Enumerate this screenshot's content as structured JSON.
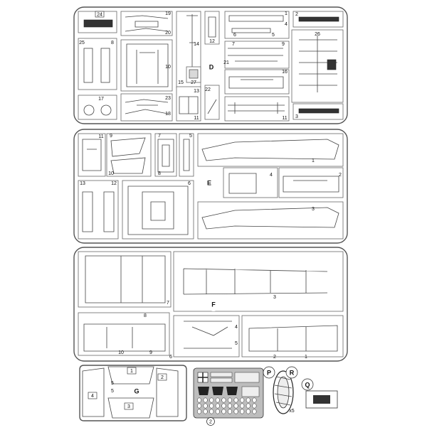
{
  "sheet": {
    "page_number": "2"
  },
  "sprues": {
    "D": {
      "letter": "D",
      "numbers": [
        "24",
        "19",
        "20",
        "14",
        "12",
        "1",
        "4",
        "6",
        "5",
        "2",
        "26",
        "25",
        "8",
        "7",
        "9",
        "21",
        "10",
        "16",
        "15",
        "27",
        "17",
        "13",
        "22",
        "23",
        "18",
        "11",
        "3"
      ]
    },
    "E": {
      "letter": "E",
      "numbers": [
        "11",
        "9",
        "10",
        "7",
        "8",
        "5",
        "1",
        "13",
        "12",
        "6",
        "4",
        "2",
        "3"
      ]
    },
    "F": {
      "letter": "F",
      "numbers": [
        "7",
        "3",
        "8",
        "10",
        "9",
        "6",
        "4",
        "5",
        "2",
        "1"
      ]
    },
    "G": {
      "letter": "G",
      "numbers": [
        "1",
        "5",
        "5",
        "4",
        "2",
        "3"
      ]
    },
    "P": {
      "letter": "P"
    },
    "R": {
      "letter": "R",
      "quantity": "x5"
    },
    "Q": {
      "letter": "Q"
    }
  }
}
